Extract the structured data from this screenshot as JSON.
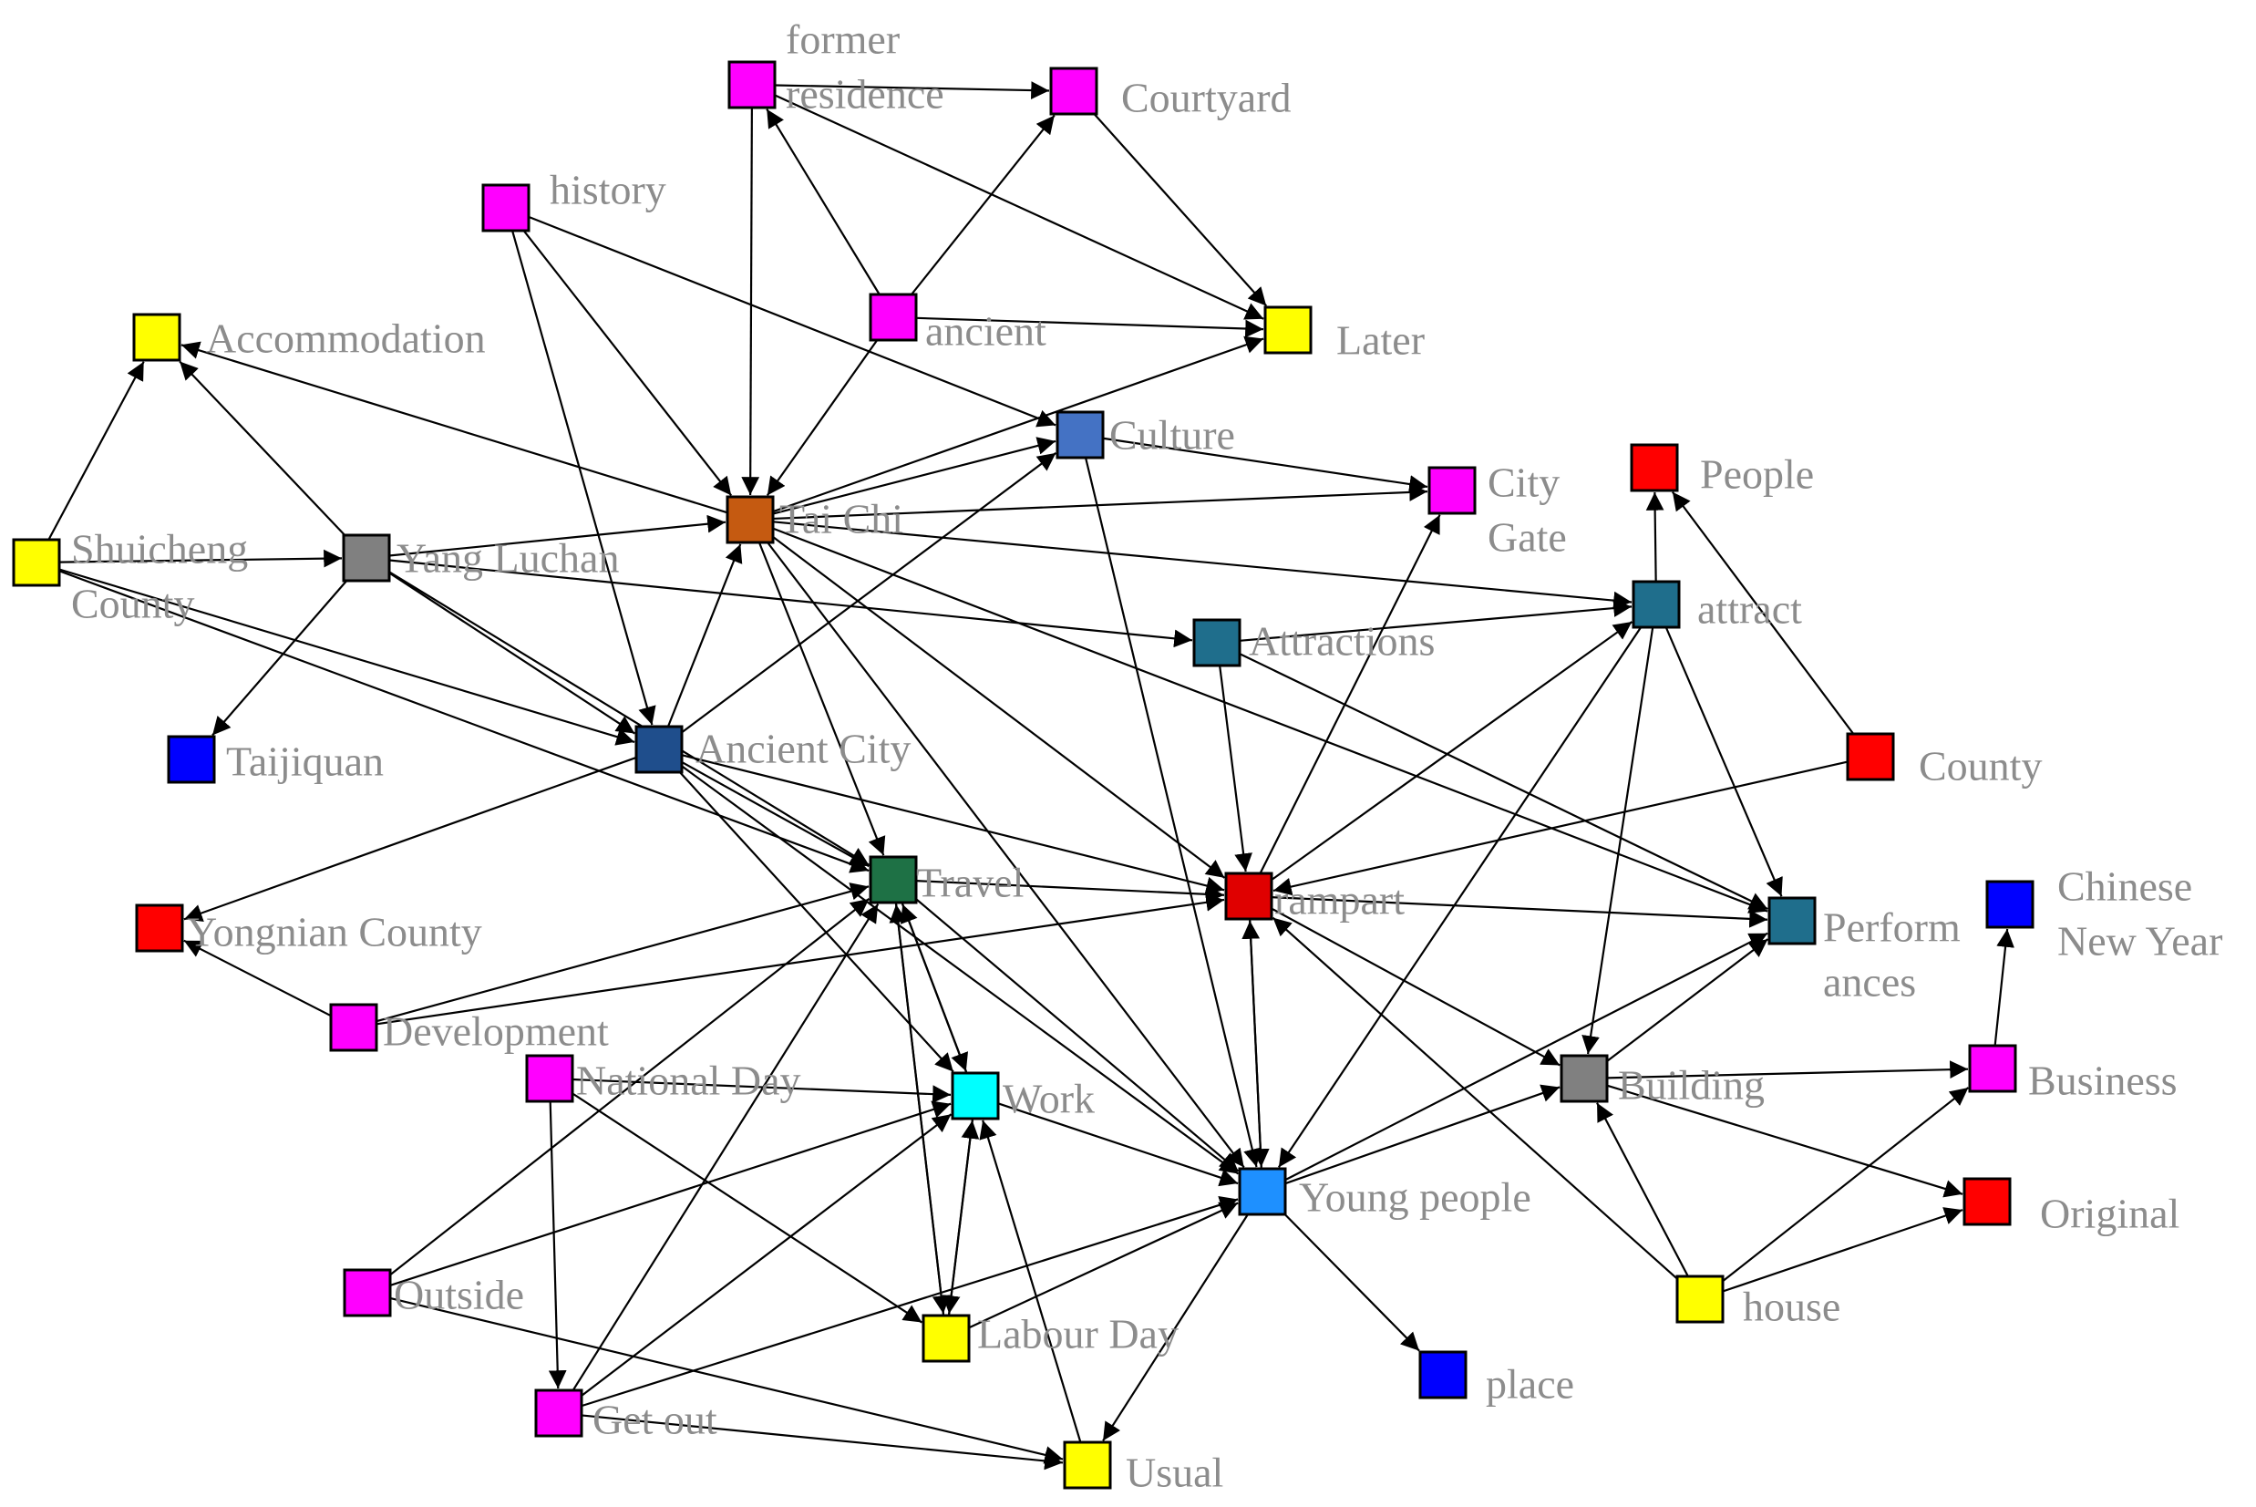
{
  "diagram": {
    "type": "directed-network",
    "nodes": [
      {
        "id": "former_residence",
        "label_lines": [
          "former",
          "residence"
        ],
        "color": "#ff00ff"
      },
      {
        "id": "courtyard",
        "label_lines": [
          "Courtyard"
        ],
        "color": "#ff00ff"
      },
      {
        "id": "history",
        "label_lines": [
          "history"
        ],
        "color": "#ff00ff"
      },
      {
        "id": "ancient",
        "label_lines": [
          "ancient"
        ],
        "color": "#ff00ff"
      },
      {
        "id": "later",
        "label_lines": [
          "Later"
        ],
        "color": "#ffff00"
      },
      {
        "id": "accommodation",
        "label_lines": [
          "Accommodation"
        ],
        "color": "#ffff00"
      },
      {
        "id": "culture",
        "label_lines": [
          "Culture"
        ],
        "color": "#4472c4"
      },
      {
        "id": "city_gate",
        "label_lines": [
          "City",
          "Gate"
        ],
        "color": "#ff00ff"
      },
      {
        "id": "people",
        "label_lines": [
          "People"
        ],
        "color": "#ff0000"
      },
      {
        "id": "tai_chi",
        "label_lines": [
          "Tai Chi"
        ],
        "color": "#c55a11"
      },
      {
        "id": "shuicheng_county",
        "label_lines": [
          "Shuicheng",
          "County"
        ],
        "color": "#ffff00"
      },
      {
        "id": "yang_luchan",
        "label_lines": [
          "Yang Luchan"
        ],
        "color": "#808080"
      },
      {
        "id": "attract",
        "label_lines": [
          "attract"
        ],
        "color": "#1f6e8c"
      },
      {
        "id": "attractions",
        "label_lines": [
          "Attractions"
        ],
        "color": "#1f6e8c"
      },
      {
        "id": "taijiquan",
        "label_lines": [
          "Taijiquan"
        ],
        "color": "#0000ff"
      },
      {
        "id": "ancient_city",
        "label_lines": [
          "Ancient City"
        ],
        "color": "#1f4e8c"
      },
      {
        "id": "county",
        "label_lines": [
          "County"
        ],
        "color": "#ff0000"
      },
      {
        "id": "travel",
        "label_lines": [
          "Travel"
        ],
        "color": "#1e7145"
      },
      {
        "id": "rampart",
        "label_lines": [
          "rampart"
        ],
        "color": "#e00000"
      },
      {
        "id": "chinese_new_year",
        "label_lines": [
          "Chinese",
          "New Year"
        ],
        "color": "#0000ff"
      },
      {
        "id": "yongnian_county",
        "label_lines": [
          "Yongnian County"
        ],
        "color": "#ff0000"
      },
      {
        "id": "performances",
        "label_lines": [
          "Perform",
          "ances"
        ],
        "color": "#1f6e8c"
      },
      {
        "id": "development",
        "label_lines": [
          "Development"
        ],
        "color": "#ff00ff"
      },
      {
        "id": "national_day",
        "label_lines": [
          "National Day"
        ],
        "color": "#ff00ff"
      },
      {
        "id": "work",
        "label_lines": [
          "Work"
        ],
        "color": "#00ffff"
      },
      {
        "id": "building",
        "label_lines": [
          "Building"
        ],
        "color": "#808080"
      },
      {
        "id": "business",
        "label_lines": [
          "Business"
        ],
        "color": "#ff00ff"
      },
      {
        "id": "young_people",
        "label_lines": [
          "Young people"
        ],
        "color": "#1e90ff"
      },
      {
        "id": "original",
        "label_lines": [
          "Original"
        ],
        "color": "#ff0000"
      },
      {
        "id": "outside",
        "label_lines": [
          "Outside"
        ],
        "color": "#ff00ff"
      },
      {
        "id": "house",
        "label_lines": [
          "house"
        ],
        "color": "#ffff00"
      },
      {
        "id": "labour_day",
        "label_lines": [
          "Labour Day"
        ],
        "color": "#ffff00"
      },
      {
        "id": "place",
        "label_lines": [
          "place"
        ],
        "color": "#0000ff"
      },
      {
        "id": "get_out",
        "label_lines": [
          "Get out"
        ],
        "color": "#ff00ff"
      },
      {
        "id": "usual",
        "label_lines": [
          "Usual"
        ],
        "color": "#ffff00"
      }
    ],
    "edges": [
      [
        "former_residence",
        "courtyard"
      ],
      [
        "former_residence",
        "tai_chi"
      ],
      [
        "former_residence",
        "later"
      ],
      [
        "courtyard",
        "later"
      ],
      [
        "ancient",
        "former_residence"
      ],
      [
        "ancient",
        "courtyard"
      ],
      [
        "ancient",
        "later"
      ],
      [
        "ancient",
        "tai_chi"
      ],
      [
        "history",
        "tai_chi"
      ],
      [
        "history",
        "ancient_city"
      ],
      [
        "history",
        "culture"
      ],
      [
        "shuicheng_county",
        "accommodation"
      ],
      [
        "shuicheng_county",
        "yang_luchan"
      ],
      [
        "shuicheng_county",
        "ancient_city"
      ],
      [
        "shuicheng_county",
        "travel"
      ],
      [
        "yang_luchan",
        "accommodation"
      ],
      [
        "yang_luchan",
        "tai_chi"
      ],
      [
        "yang_luchan",
        "taijiquan"
      ],
      [
        "yang_luchan",
        "ancient_city"
      ],
      [
        "yang_luchan",
        "travel"
      ],
      [
        "yang_luchan",
        "attractions"
      ],
      [
        "tai_chi",
        "accommodation"
      ],
      [
        "tai_chi",
        "culture"
      ],
      [
        "tai_chi",
        "later"
      ],
      [
        "tai_chi",
        "city_gate"
      ],
      [
        "tai_chi",
        "attract"
      ],
      [
        "tai_chi",
        "travel"
      ],
      [
        "tai_chi",
        "rampart"
      ],
      [
        "tai_chi",
        "young_people"
      ],
      [
        "tai_chi",
        "performances"
      ],
      [
        "ancient_city",
        "tai_chi"
      ],
      [
        "ancient_city",
        "culture"
      ],
      [
        "ancient_city",
        "travel"
      ],
      [
        "ancient_city",
        "rampart"
      ],
      [
        "ancient_city",
        "work"
      ],
      [
        "ancient_city",
        "young_people"
      ],
      [
        "ancient_city",
        "yongnian_county"
      ],
      [
        "culture",
        "city_gate"
      ],
      [
        "culture",
        "young_people"
      ],
      [
        "attractions",
        "attract"
      ],
      [
        "attractions",
        "rampart"
      ],
      [
        "attractions",
        "performances"
      ],
      [
        "attract",
        "people"
      ],
      [
        "attract",
        "building"
      ],
      [
        "attract",
        "performances"
      ],
      [
        "attract",
        "young_people"
      ],
      [
        "county",
        "people"
      ],
      [
        "county",
        "rampart"
      ],
      [
        "rampart",
        "city_gate"
      ],
      [
        "rampart",
        "attract"
      ],
      [
        "rampart",
        "performances"
      ],
      [
        "rampart",
        "building"
      ],
      [
        "rampart",
        "young_people"
      ],
      [
        "travel",
        "rampart"
      ],
      [
        "travel",
        "work"
      ],
      [
        "travel",
        "young_people"
      ],
      [
        "travel",
        "labour_day"
      ],
      [
        "development",
        "yongnian_county"
      ],
      [
        "development",
        "travel"
      ],
      [
        "development",
        "rampart"
      ],
      [
        "national_day",
        "work"
      ],
      [
        "national_day",
        "get_out"
      ],
      [
        "national_day",
        "labour_day"
      ],
      [
        "work",
        "young_people"
      ],
      [
        "work",
        "travel"
      ],
      [
        "work",
        "labour_day"
      ],
      [
        "outside",
        "travel"
      ],
      [
        "outside",
        "work"
      ],
      [
        "outside",
        "usual"
      ],
      [
        "get_out",
        "travel"
      ],
      [
        "get_out",
        "work"
      ],
      [
        "get_out",
        "young_people"
      ],
      [
        "get_out",
        "usual"
      ],
      [
        "labour_day",
        "travel"
      ],
      [
        "labour_day",
        "work"
      ],
      [
        "labour_day",
        "young_people"
      ],
      [
        "usual",
        "work"
      ],
      [
        "young_people",
        "usual"
      ],
      [
        "young_people",
        "place"
      ],
      [
        "young_people",
        "rampart"
      ],
      [
        "young_people",
        "building"
      ],
      [
        "young_people",
        "performances"
      ],
      [
        "building",
        "performances"
      ],
      [
        "building",
        "original"
      ],
      [
        "building",
        "business"
      ],
      [
        "house",
        "building"
      ],
      [
        "house",
        "original"
      ],
      [
        "house",
        "business"
      ],
      [
        "house",
        "rampart"
      ],
      [
        "business",
        "chinese_new_year"
      ]
    ]
  }
}
